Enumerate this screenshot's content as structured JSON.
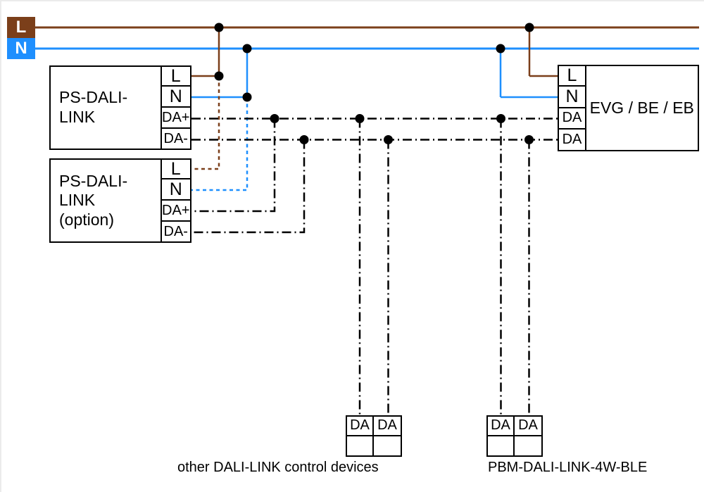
{
  "colors": {
    "l_wire": "#7B3F1A",
    "n_wire": "#1E8FFE",
    "dali_wire": "#000000"
  },
  "legend": {
    "l_label": "L",
    "n_label": "N"
  },
  "ps_main": {
    "label": "PS-DALI-LINK",
    "terminals": [
      "L",
      "N",
      "DA+",
      "DA-"
    ]
  },
  "ps_option": {
    "label_line1": "PS-DALI-LINK",
    "label_line2": "(option)",
    "terminals": [
      "L",
      "N",
      "DA+",
      "DA-"
    ]
  },
  "evg": {
    "label": "EVG / BE / EB",
    "terminals": [
      "L",
      "N",
      "DA",
      "DA"
    ]
  },
  "control_devices": {
    "terminals": [
      "DA",
      "DA"
    ],
    "caption": "other DALI-LINK control devices"
  },
  "pbm": {
    "terminals": [
      "DA",
      "DA"
    ],
    "caption": "PBM-DALI-LINK-4W-BLE"
  }
}
